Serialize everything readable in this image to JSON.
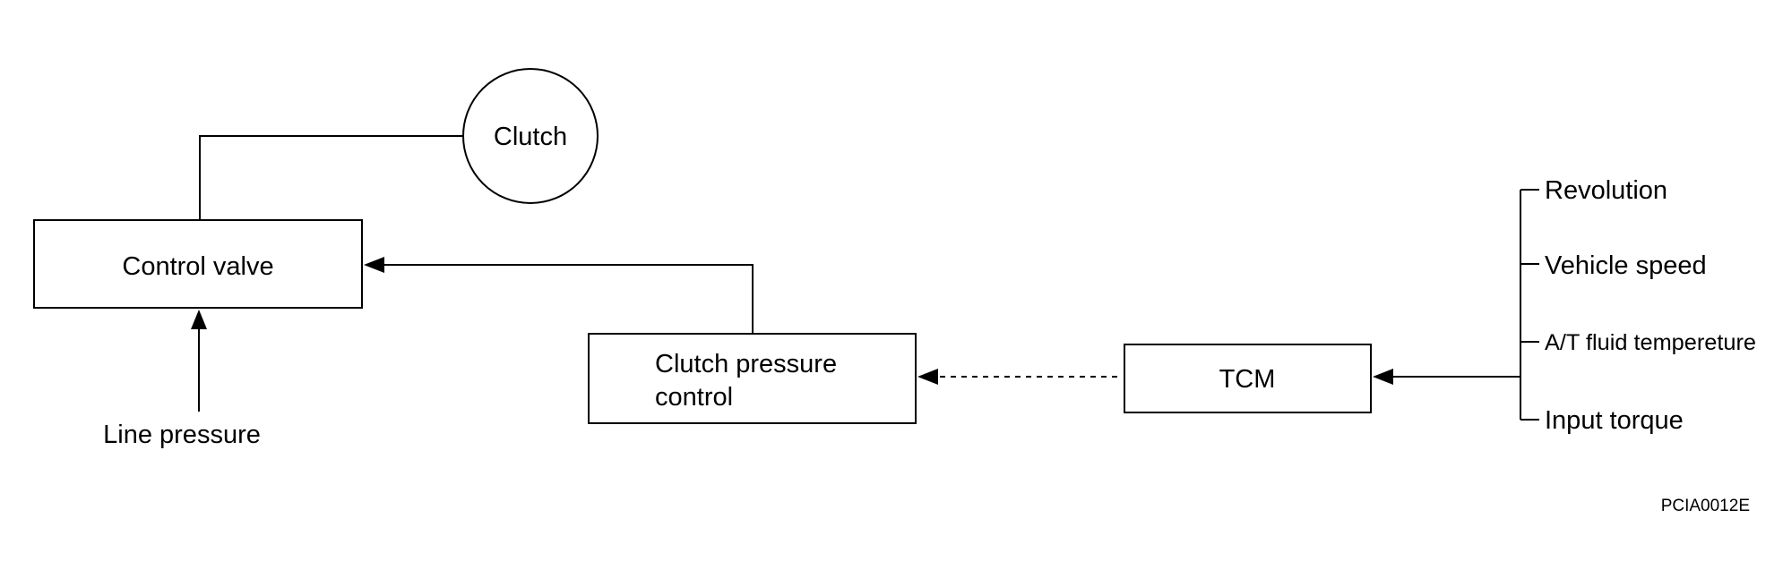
{
  "nodes": {
    "clutch": "Clutch",
    "control_valve": "Control valve",
    "line_pressure": "Line pressure",
    "clutch_pressure_control_line1": "Clutch pressure",
    "clutch_pressure_control_line2": "control",
    "tcm": "TCM"
  },
  "inputs": {
    "revolution": "Revolution",
    "vehicle_speed": "Vehicle speed",
    "at_fluid_temperature": "A/T fluid tempereture",
    "input_torque": "Input torque"
  },
  "figure_code": "PCIA0012E"
}
